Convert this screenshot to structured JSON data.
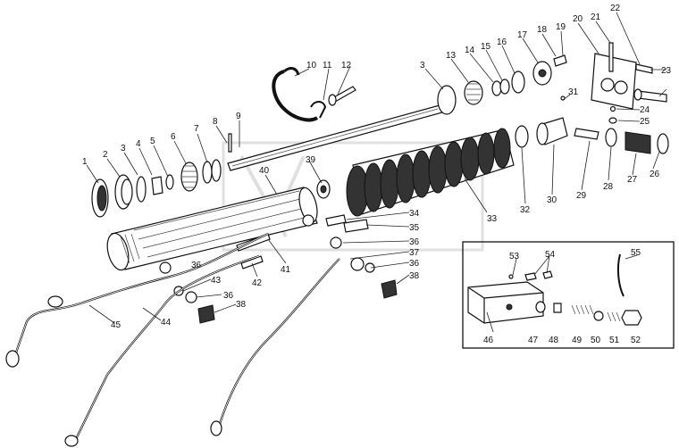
{
  "diagram": {
    "labels": [
      "1",
      "2",
      "3",
      "4",
      "5",
      "6",
      "7",
      "8",
      "9",
      "10",
      "11",
      "12",
      "3",
      "13",
      "14",
      "15",
      "16",
      "17",
      "18",
      "19",
      "20",
      "21",
      "22",
      "23",
      "24",
      "25",
      "26",
      "27",
      "28",
      "29",
      "30",
      "31",
      "32",
      "33",
      "34",
      "35",
      "36",
      "36",
      "36",
      "36",
      "37",
      "38",
      "38",
      "39",
      "40",
      "41",
      "42",
      "43",
      "44",
      "45",
      "46",
      "47",
      "48",
      "49",
      "50",
      "51",
      "52",
      "53",
      "54",
      "55"
    ]
  }
}
